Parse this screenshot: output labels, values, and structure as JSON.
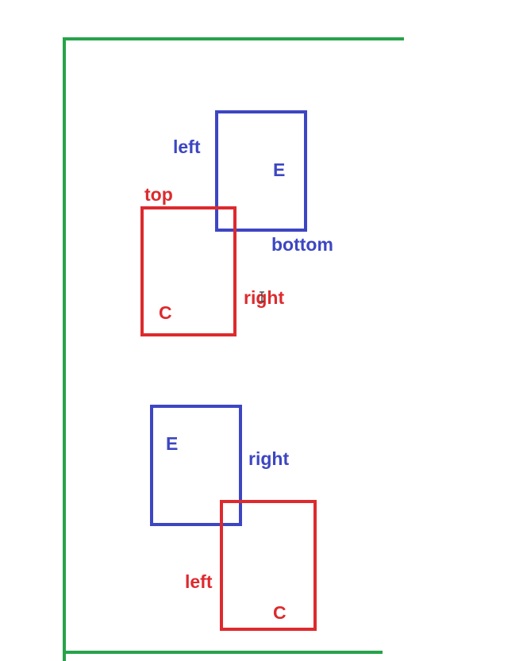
{
  "colors": {
    "frame": "#27a34a",
    "element": "#3d46c2",
    "container": "#dd2a2e"
  },
  "diagram_top": {
    "element_box_label": "E",
    "container_box_label": "C",
    "label_left": "left",
    "label_top": "top",
    "label_bottom": "bottom",
    "label_right": "right"
  },
  "diagram_bottom": {
    "element_box_label": "E",
    "container_box_label": "C",
    "label_right": "right",
    "label_left": "left"
  },
  "cursor": {
    "icon": "text-cursor-icon"
  }
}
